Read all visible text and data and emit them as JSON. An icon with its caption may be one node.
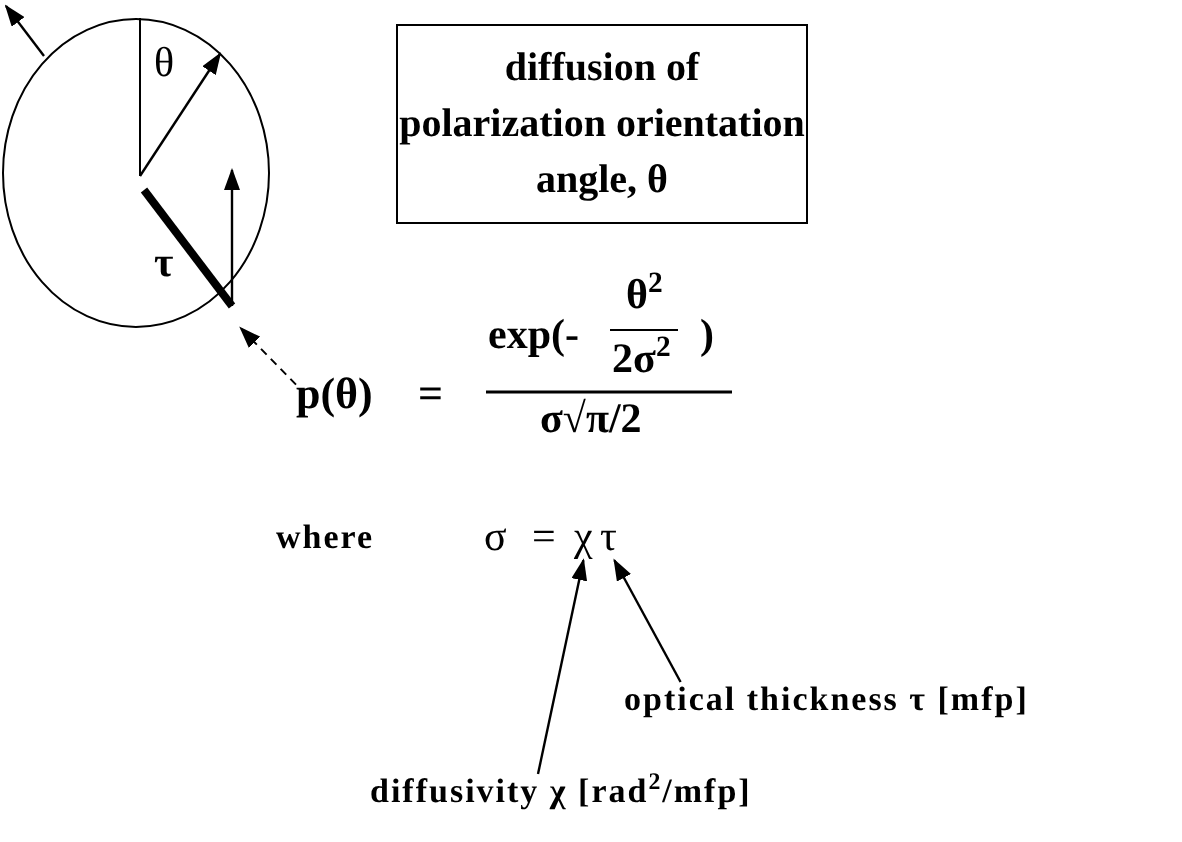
{
  "diagram": {
    "nodes": [
      {
        "text": [
          "θ",
          "τ"
        ]
      },
      {
        "text": [
          "diffusion of polarization orientation angle, θ"
        ]
      },
      {
        "text": [
          "p(θ)"
        ]
      },
      {
        "text": [
          "χ"
        ]
      },
      {
        "text": [
          "τ"
        ]
      },
      {
        "text": [
          "optical thickness τ [mfp]"
        ]
      },
      {
        "text": [
          "diffusivity χ [rad$^{2}$/mfp]"
        ]
      }
    ],
    "edges": [
      {
        "from": 2,
        "to": 0,
        "arrow": "to",
        "style": "dashed"
      },
      {
        "from": 5,
        "to": 4,
        "arrow": "to"
      },
      {
        "from": 6,
        "to": 3,
        "arrow": "to"
      }
    ],
    "labels": [
      "=",
      "exp(-",
      "θ$^{2}$",
      "2σ$^{2}$",
      ")",
      "σ√π/2",
      "where",
      "σ",
      "="
    ]
  }
}
